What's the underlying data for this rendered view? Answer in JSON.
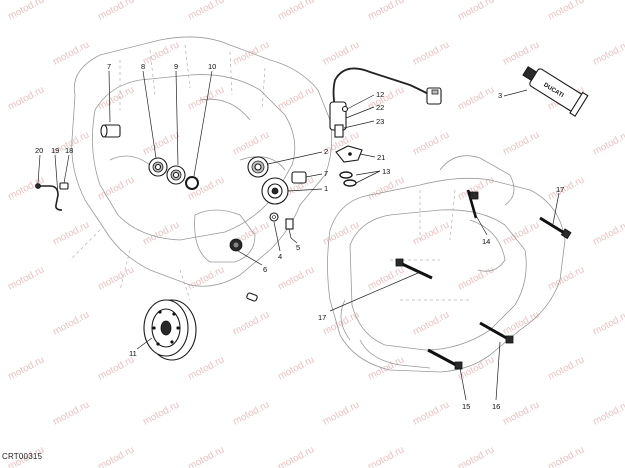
{
  "diagram_code": "CRT00315",
  "watermark_text": "motod.ru",
  "callouts": {
    "c1": "1",
    "c2": "2",
    "c3": "3",
    "c4": "4",
    "c5": "5",
    "c6": "6",
    "c7a": "7",
    "c7b": "7",
    "c8": "8",
    "c9": "9",
    "c10": "10",
    "c11": "11",
    "c12": "12",
    "c13": "13",
    "c14": "14",
    "c15": "15",
    "c16": "16",
    "c17a": "17",
    "c17b": "17",
    "c18": "18",
    "c19": "19",
    "c20": "20",
    "c21": "21",
    "c22": "22",
    "c23": "23"
  },
  "tube_label": "DUCATI",
  "colors": {
    "line": "#1a1a1a",
    "ghost": "#9a9a9a",
    "watermark": "#e6c4c4"
  }
}
